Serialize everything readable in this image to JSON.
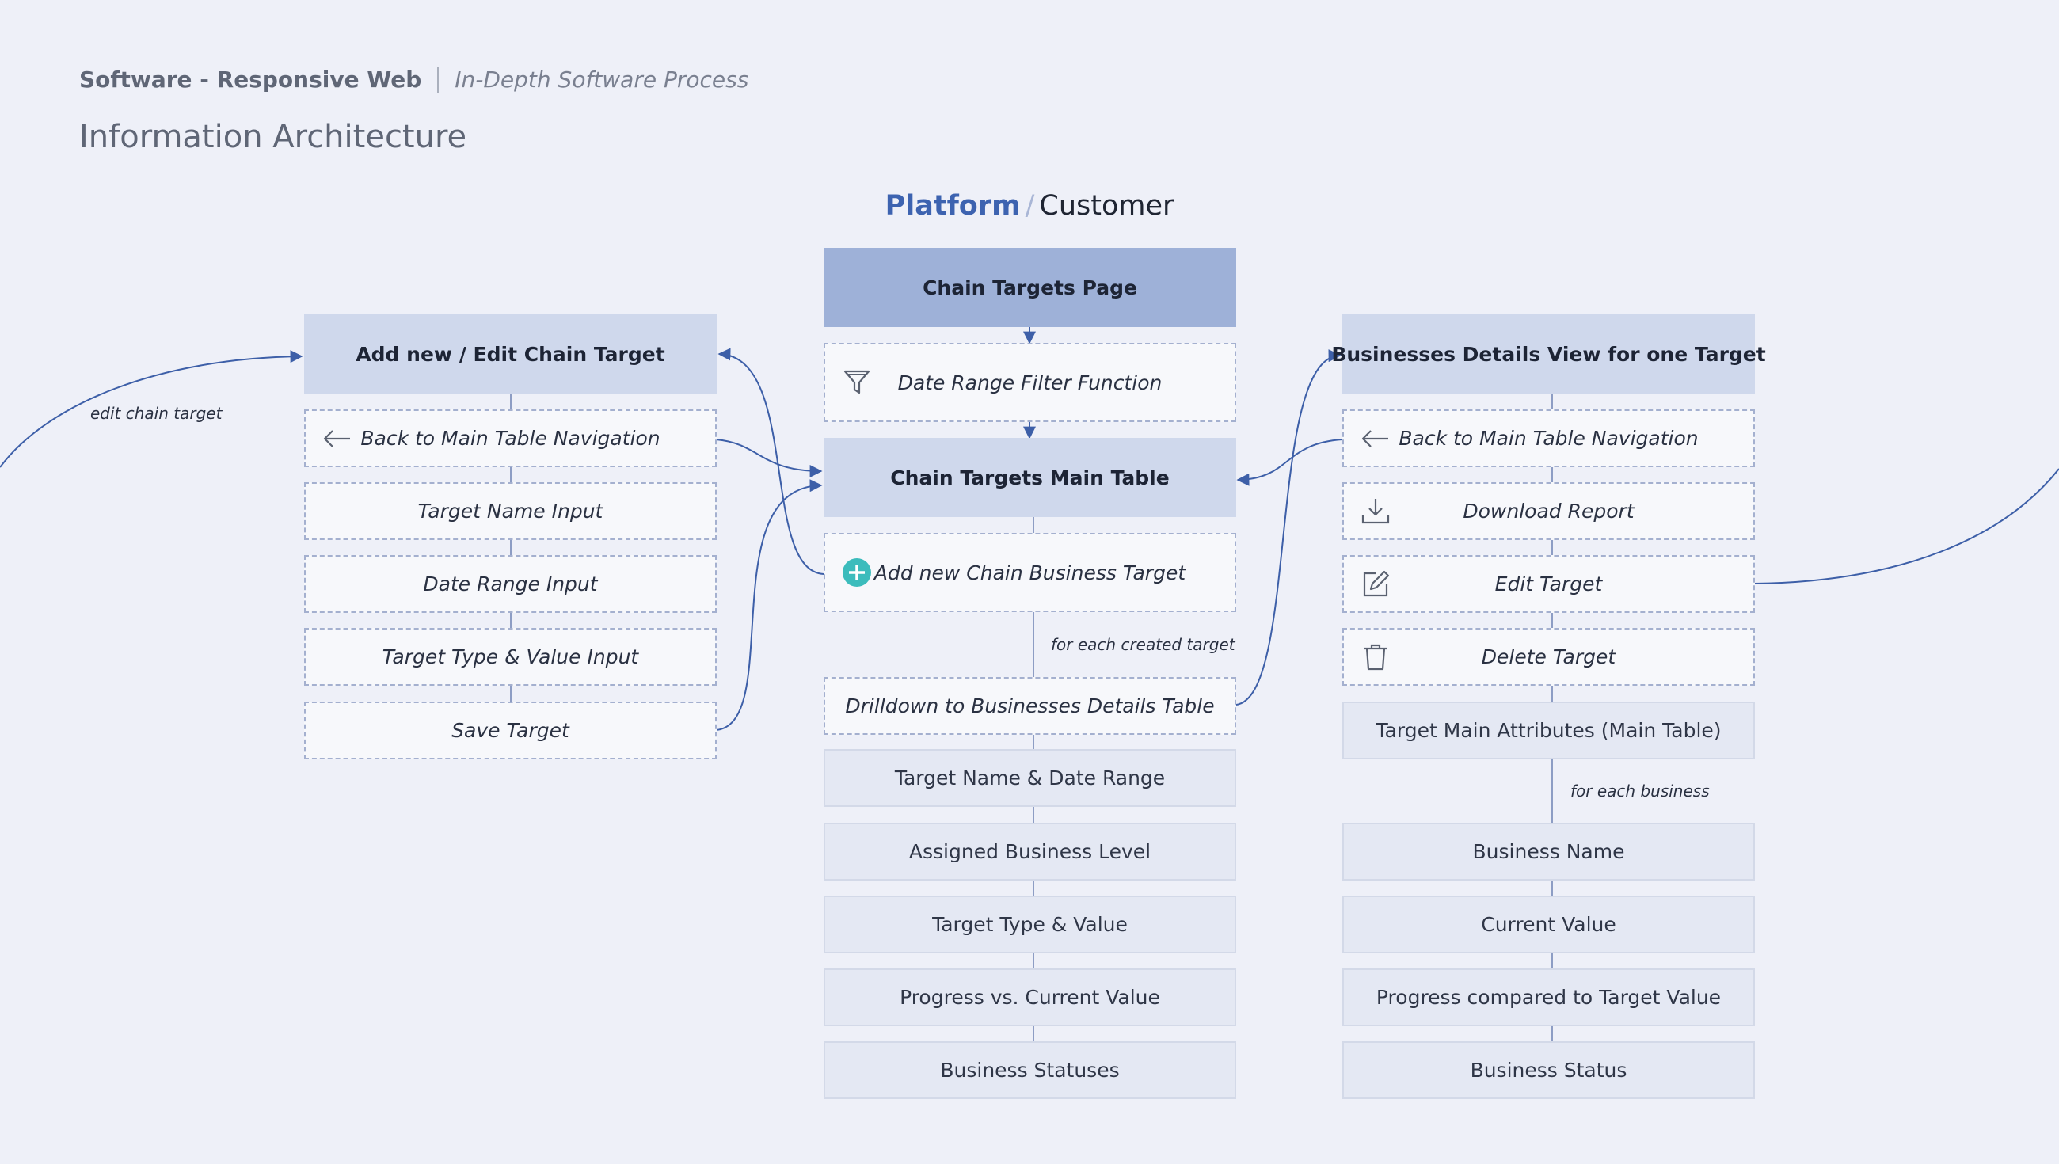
{
  "header": {
    "product": "Software - Responsive Web",
    "subtitle": "In-Depth Software Process",
    "title": "Information Architecture"
  },
  "platform": {
    "primary": "Platform",
    "separator": "/",
    "secondary": "Customer"
  },
  "center": {
    "page_title": "Chain Targets Page",
    "filter_label": "Date Range Filter Function",
    "table_title": "Chain Targets Main Table",
    "add_label": "Add new Chain Business Target",
    "each_target_note": "for each created target",
    "drilldown_label": "Drilldown to Businesses Details Table",
    "attributes": [
      "Target Name & Date Range",
      "Assigned Business Level",
      "Target Type & Value",
      "Progress vs. Current Value",
      "Business Statuses"
    ]
  },
  "left": {
    "title": "Add new / Edit Chain Target",
    "back_label": "Back to Main Table Navigation",
    "name_input": "Target Name Input",
    "date_input": "Date Range Input",
    "type_input": "Target Type & Value Input",
    "save_label": "Save Target",
    "edit_note": "edit chain target"
  },
  "right": {
    "title": "Businesses Details View for one Target",
    "back_label": "Back to Main Table Navigation",
    "download_label": "Download Report",
    "edit_label": "Edit Target",
    "delete_label": "Delete Target",
    "main_attributes": "Target Main Attributes (Main Table)",
    "each_business_note": "for each business",
    "attributes": [
      "Business Name",
      "Current Value",
      "Progress compared to Target Value",
      "Business Status"
    ]
  },
  "colors": {
    "accent": "#3d63b0",
    "connector": "#3d5fa8",
    "main_box": "#9eb1d8",
    "section_box": "#cfd8ec",
    "attribute_box": "#e4e8f3",
    "add_icon": "#3cbcbc"
  },
  "icons": {
    "filter": "filter-icon",
    "add": "add-circle-icon",
    "back": "arrow-left-icon",
    "download": "download-icon",
    "edit": "edit-icon",
    "delete": "trash-icon"
  }
}
